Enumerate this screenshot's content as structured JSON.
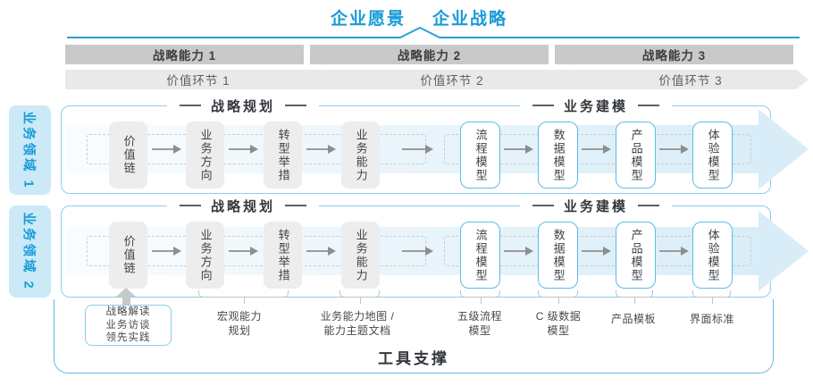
{
  "header": {
    "vision": "企业愿景",
    "strategy": "企业战略"
  },
  "capability_bar": [
    "战略能力 1",
    "战略能力 2",
    "战略能力 3"
  ],
  "value_chain_bar": [
    "价值环节 1",
    "价值环节 2",
    "价值环节 3"
  ],
  "domains": [
    "业务领域 1",
    "业务领域 2"
  ],
  "rows": [
    {
      "planning": {
        "title": "战略规划",
        "boxes": [
          "价值链",
          "业务方向",
          "转型举措",
          "业务能力"
        ]
      },
      "modeling": {
        "title": "业务建模",
        "boxes": [
          "流程模型",
          "数据模型",
          "产品模型",
          "体验模型"
        ]
      }
    },
    {
      "planning": {
        "title": "战略规划",
        "boxes": [
          "价值链",
          "业务方向",
          "转型举措",
          "业务能力"
        ]
      },
      "modeling": {
        "title": "业务建模",
        "boxes": [
          "流程模型",
          "数据模型",
          "产品模型",
          "体验模型"
        ]
      }
    }
  ],
  "practice_box": {
    "lines": [
      "战略解读",
      "业务访谈",
      "领先实践"
    ]
  },
  "annotations": [
    "宏观能力\n规划",
    "业务能力地图 /\n能力主题文档",
    "五级流程\n模型",
    "C 级数据\n模型",
    "产品模板",
    "界面标准"
  ],
  "footer": {
    "label": "工具支撑"
  },
  "colors": {
    "accent_blue": "#189bd7",
    "container_border_blue": "#8bcdec",
    "band_blue": "#d9edf8",
    "bar_gray": "#c9c9c9",
    "chevron_gray": "#e9e9e9",
    "box_gray": "#ededed"
  }
}
